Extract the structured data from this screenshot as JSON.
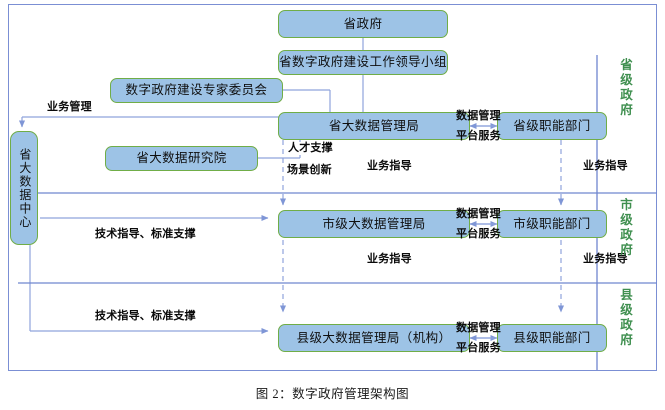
{
  "figure": {
    "caption": "图 2：数字政府管理架构图"
  },
  "tiers": [
    {
      "id": "province",
      "label": "省级政府"
    },
    {
      "id": "city",
      "label": "市级政府"
    },
    {
      "id": "county",
      "label": "县级政府"
    }
  ],
  "nodes": {
    "provincial_government": "省政府",
    "leading_group": "省数字政府建设工作领导小组",
    "expert_committee": "数字政府建设专家委员会",
    "provincial_bigdata_bureau": "省大数据管理局",
    "provincial_functional_dept": "省级职能部门",
    "provincial_research_institute": "省大数据研究院",
    "provincial_data_center": "省大数据中心",
    "city_bigdata_bureau": "市级大数据管理局",
    "city_functional_dept": "市级职能部门",
    "county_bigdata_bureau": "县级大数据管理局（机构）",
    "county_functional_dept": "县级职能部门"
  },
  "edge_labels": {
    "business_management": "业务管理",
    "data_management_province": "数据管理",
    "platform_service_province": "平台服务",
    "talent_support": "人才支撑",
    "scenario_innovation": "场景创新",
    "business_guidance_prov_left": "业务指导",
    "business_guidance_prov_right": "业务指导",
    "tech_guidance_city": "技术指导、标准支撑",
    "data_management_city": "数据管理",
    "platform_service_city": "平台服务",
    "business_guidance_city_left": "业务指导",
    "business_guidance_city_right": "业务指导",
    "tech_guidance_county": "技术指导、标准支撑",
    "data_management_county": "数据管理",
    "platform_service_county": "平台服务"
  },
  "colors": {
    "node_fill": "#9dc3e6",
    "node_border": "#70ad47",
    "frame_border": "#7b8fd4",
    "connector": "#8fa3dc",
    "tier_label": "#3f8f4f"
  }
}
